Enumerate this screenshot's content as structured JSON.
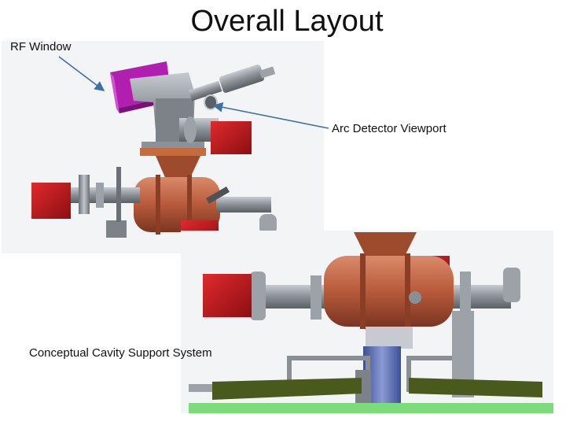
{
  "title": "Overall Layout",
  "labels": {
    "rf_window": "RF Window",
    "arc_detector": "Arc Detector Viewport",
    "support_system": "Conceptual Cavity Support System"
  },
  "colors": {
    "copper": "#b85a3b",
    "red_block": "#c0161c",
    "steel": "#8a8f96",
    "magenta": "#b21fb0",
    "arrow": "#3f6fa8",
    "olive": "#4a5a1c",
    "blue_stand": "#5a6fb5",
    "green_rail": "#7ddc7a"
  }
}
